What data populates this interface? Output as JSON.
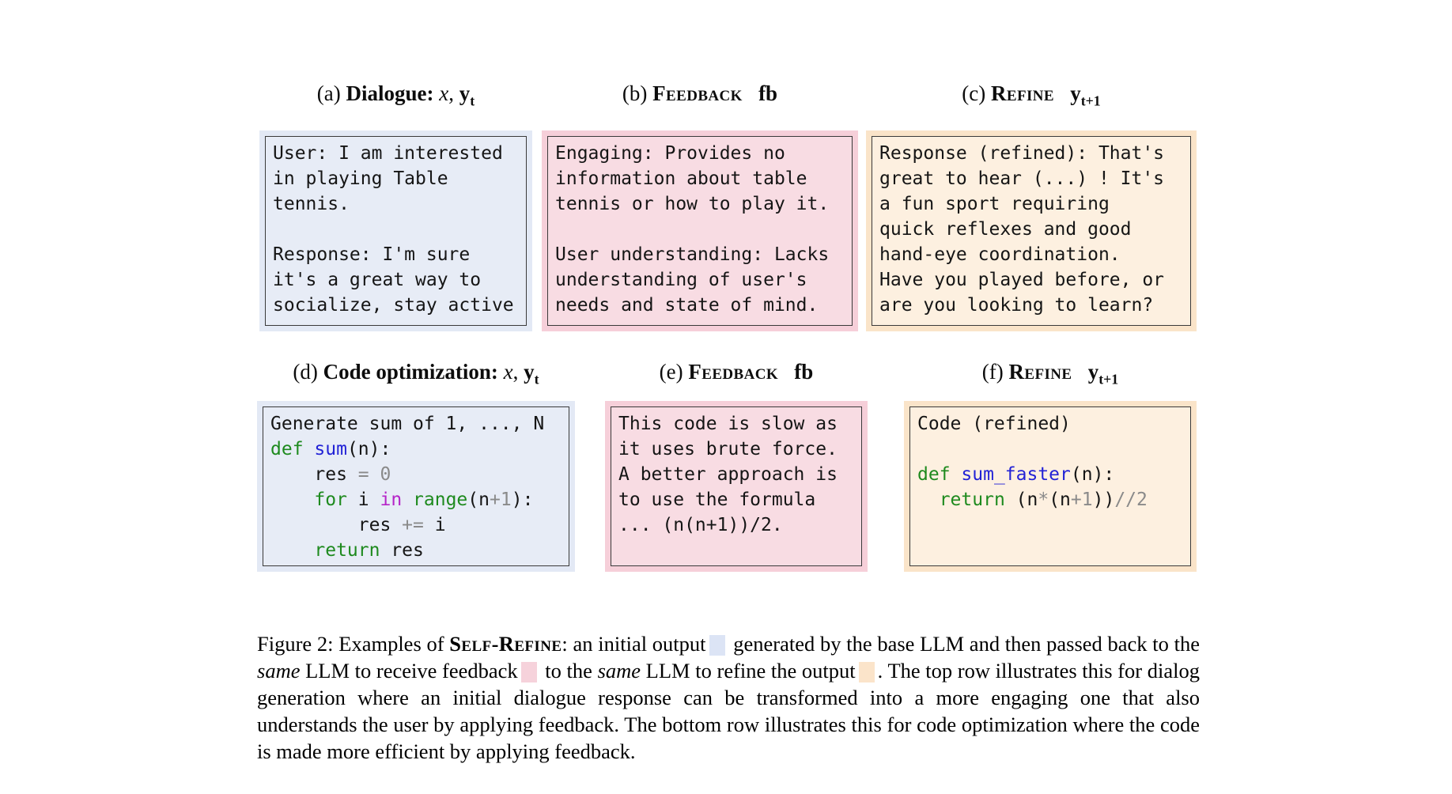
{
  "colors": {
    "initial_halo": "#e3e9f5",
    "initial_fill": "#e7ecf6",
    "feedback_halo": "#f6cfd9",
    "feedback_fill": "#f8dce3",
    "refine_halo": "#fae4c9",
    "refine_fill": "#fdf0e0",
    "border": "#3a3a3a",
    "code_keyword": "#1e8a1e",
    "code_function": "#2222d6",
    "code_operator": "#8a8a8a",
    "code_in_keyword": "#b524c8",
    "initial_swatch": "#dce4f5",
    "feedback_swatch": "#f6d2db",
    "refine_swatch": "#fbe4ca"
  },
  "headers": [
    {
      "segs": [
        {
          "t": "(a) "
        },
        {
          "t": "Dialogue: ",
          "s": "bold"
        },
        {
          "t": "x",
          "s": "italic"
        },
        {
          "t": ", "
        },
        {
          "t": "y",
          "s": "bold"
        },
        {
          "t": "t",
          "s": "bold",
          "sub": true
        }
      ]
    },
    {
      "segs": [
        {
          "t": "(b) "
        },
        {
          "t": "Feedback",
          "s": "sc"
        },
        {
          "t": "   "
        },
        {
          "t": "fb",
          "s": "bold"
        }
      ]
    },
    {
      "segs": [
        {
          "t": "(c) "
        },
        {
          "t": "Refine",
          "s": "sc"
        },
        {
          "t": "   "
        },
        {
          "t": "y",
          "s": "bold"
        },
        {
          "t": "t+1",
          "s": "bold",
          "sub": true
        }
      ]
    },
    {
      "segs": [
        {
          "t": "(d) "
        },
        {
          "t": "Code optimization: ",
          "s": "bold"
        },
        {
          "t": "x",
          "s": "italic"
        },
        {
          "t": ", "
        },
        {
          "t": "y",
          "s": "bold"
        },
        {
          "t": "t",
          "s": "bold",
          "sub": true
        }
      ]
    },
    {
      "segs": [
        {
          "t": "(e) "
        },
        {
          "t": "Feedback",
          "s": "sc"
        },
        {
          "t": "   "
        },
        {
          "t": "fb",
          "s": "bold"
        }
      ]
    },
    {
      "segs": [
        {
          "t": "(f) "
        },
        {
          "t": "Refine",
          "s": "sc"
        },
        {
          "t": "   "
        },
        {
          "t": "y",
          "s": "bold"
        },
        {
          "t": "t+1",
          "s": "bold",
          "sub": true
        }
      ]
    }
  ],
  "panels": [
    {
      "name": "dialogue-initial",
      "kind": "initial",
      "lines": [
        [
          {
            "t": "User: I am interested"
          }
        ],
        [
          {
            "t": "in playing Table"
          }
        ],
        [
          {
            "t": "tennis."
          }
        ],
        [],
        [
          {
            "t": "Response: I'm sure"
          }
        ],
        [
          {
            "t": "it's a great way to"
          }
        ],
        [
          {
            "t": "socialize, stay active"
          }
        ]
      ]
    },
    {
      "name": "dialogue-feedback",
      "kind": "feedback",
      "lines": [
        [
          {
            "t": "Engaging: Provides no"
          }
        ],
        [
          {
            "t": "information about table"
          }
        ],
        [
          {
            "t": "tennis or how to play it."
          }
        ],
        [],
        [
          {
            "t": "User understanding: Lacks"
          }
        ],
        [
          {
            "t": "understanding of user's"
          }
        ],
        [
          {
            "t": "needs and state of mind."
          }
        ]
      ]
    },
    {
      "name": "dialogue-refined",
      "kind": "refine",
      "lines": [
        [
          {
            "t": "Response (refined): That's"
          }
        ],
        [
          {
            "t": "great to hear (...) ! It's"
          }
        ],
        [
          {
            "t": "a fun sport requiring"
          }
        ],
        [
          {
            "t": "quick reflexes and good"
          }
        ],
        [
          {
            "t": "hand-eye coordination."
          }
        ],
        [
          {
            "t": "Have you played before, or"
          }
        ],
        [
          {
            "t": "are you looking to learn?"
          }
        ]
      ]
    },
    {
      "name": "code-initial",
      "kind": "initial",
      "lines": [
        [
          {
            "t": "Generate sum of 1, ..., N"
          }
        ],
        [
          {
            "t": "def",
            "c": "kw"
          },
          {
            "t": " "
          },
          {
            "t": "sum",
            "c": "fn"
          },
          {
            "t": "(n):"
          }
        ],
        [
          {
            "t": "    res "
          },
          {
            "t": "=",
            "c": "op"
          },
          {
            "t": " "
          },
          {
            "t": "0",
            "c": "op"
          }
        ],
        [
          {
            "t": "    "
          },
          {
            "t": "for",
            "c": "kw"
          },
          {
            "t": " i "
          },
          {
            "t": "in",
            "c": "mg"
          },
          {
            "t": " "
          },
          {
            "t": "range",
            "c": "kw"
          },
          {
            "t": "(n"
          },
          {
            "t": "+",
            "c": "op"
          },
          {
            "t": "1",
            "c": "op"
          },
          {
            "t": "):"
          }
        ],
        [
          {
            "t": "        res "
          },
          {
            "t": "+=",
            "c": "op"
          },
          {
            "t": " i"
          }
        ],
        [
          {
            "t": "    "
          },
          {
            "t": "return",
            "c": "kw"
          },
          {
            "t": " res"
          }
        ]
      ]
    },
    {
      "name": "code-feedback",
      "kind": "feedback",
      "lines": [
        [
          {
            "t": "This code is slow as"
          }
        ],
        [
          {
            "t": "it uses brute force."
          }
        ],
        [
          {
            "t": "A better approach is"
          }
        ],
        [
          {
            "t": "to use the formula"
          }
        ],
        [
          {
            "t": "... (n(n+1))/2."
          }
        ]
      ]
    },
    {
      "name": "code-refined",
      "kind": "refine",
      "lines": [
        [
          {
            "t": "Code (refined)"
          }
        ],
        [],
        [
          {
            "t": "def",
            "c": "kw"
          },
          {
            "t": " "
          },
          {
            "t": "sum_faster",
            "c": "fn"
          },
          {
            "t": "(n):"
          }
        ],
        [
          {
            "t": "  "
          },
          {
            "t": "return",
            "c": "kw"
          },
          {
            "t": " (n"
          },
          {
            "t": "*",
            "c": "op"
          },
          {
            "t": "(n"
          },
          {
            "t": "+",
            "c": "op"
          },
          {
            "t": "1",
            "c": "op"
          },
          {
            "t": "))"
          },
          {
            "t": "//",
            "c": "op"
          },
          {
            "t": "2",
            "c": "op"
          }
        ]
      ]
    }
  ],
  "caption": {
    "segs": [
      {
        "t": "Figure 2: Examples of "
      },
      {
        "t": "Self-Refine",
        "s": "sc"
      },
      {
        "t": ": an initial output"
      },
      {
        "swatch": "initial"
      },
      {
        "t": " generated by the base LLM and then passed back to the "
      },
      {
        "t": "same",
        "s": "italic"
      },
      {
        "t": " LLM to receive feedback"
      },
      {
        "swatch": "feedback"
      },
      {
        "t": " to the "
      },
      {
        "t": "same",
        "s": "italic"
      },
      {
        "t": " LLM to refine the output"
      },
      {
        "swatch": "refine"
      },
      {
        "t": ". The top row illustrates this for dialog generation where an initial dialogue response can be transformed into a more engaging one that also understands the user by applying feedback. The bottom row illustrates this for code optimization where the code is made more efficient by applying feedback."
      }
    ]
  }
}
